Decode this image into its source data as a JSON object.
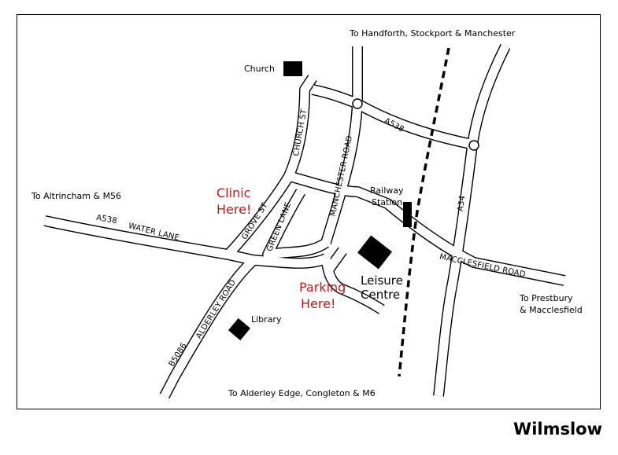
{
  "title": "Wilmslow",
  "destinations": {
    "north": "To Handforth, Stockport & Manchester",
    "west": "To Altrincham & M56",
    "east_1": "To Prestbury",
    "east_2": "& Macclesfield",
    "south": "To Alderley Edge, Congleton & M6"
  },
  "roads": {
    "a538_east": "A538",
    "a538_west": "A538",
    "water_lane": "WATER LANE",
    "church_st": "CHURCH ST",
    "manchester_road": "MANCHESTER ROAD",
    "grove_st": "GROVE ST",
    "green_lane": "GREEN LANE",
    "a34": "A34",
    "macclesfield_road": "MACCLESFIELD ROAD",
    "alderley_road": "ALDERLEY ROAD",
    "b5086": "B5086"
  },
  "places": {
    "church": "Church",
    "railway_1": "Railway",
    "railway_2": "Station",
    "leisure_1": "Leisure",
    "leisure_2": "Centre",
    "library": "Library"
  },
  "annotations": {
    "clinic_1": "Clinic",
    "clinic_2": "Here!",
    "parking_1": "Parking",
    "parking_2": "Here!",
    "color": "#c0181b"
  }
}
